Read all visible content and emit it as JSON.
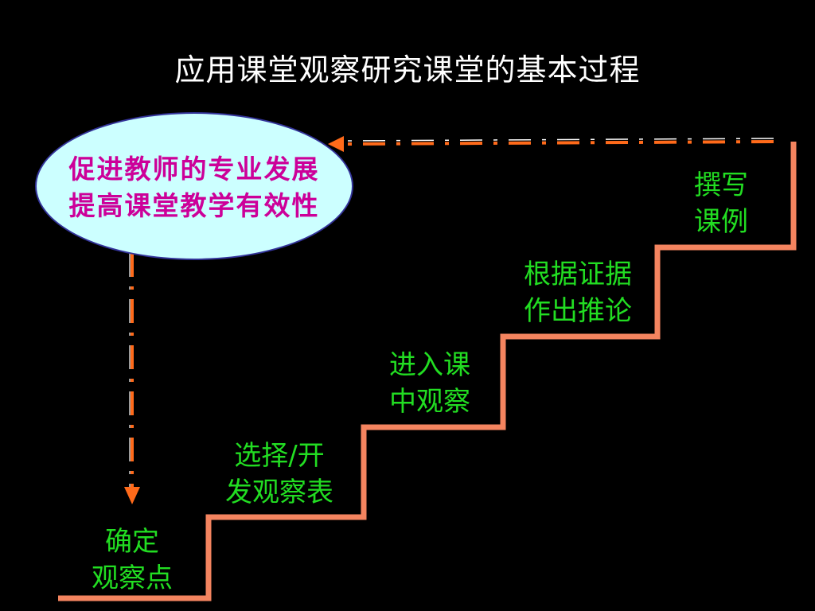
{
  "colors": {
    "background": "#000000",
    "title": "#ffffff",
    "stair_line": "#f4845f",
    "step_text": "#22dd22",
    "goal_fill": "#ccffff",
    "goal_text": "#cc0099",
    "feedback_arrow": "#ff6a1a",
    "feedback_dash": "#ffffff"
  },
  "title": "应用课堂观察研究课堂的基本过程",
  "goal": {
    "line1": "促进教师的专业发展",
    "line2": "提高课堂教学有效性"
  },
  "steps": [
    {
      "line1": "确定",
      "line2": "观察点"
    },
    {
      "line1": "选择/开",
      "line2": "发观察表"
    },
    {
      "line1": "进入课",
      "line2": "中观察"
    },
    {
      "line1": "根据证据",
      "line2": "作出推论"
    },
    {
      "line1": "撰写",
      "line2": "课例"
    }
  ],
  "icons": {
    "feedback_arrow_down": "arrow-down-icon",
    "feedback_arrow_left": "arrow-left-icon"
  }
}
